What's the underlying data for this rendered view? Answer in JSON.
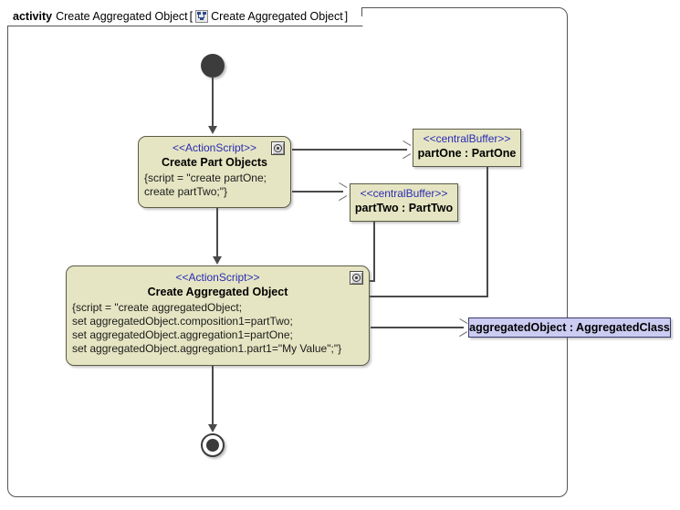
{
  "frame": {
    "keyword": "activity",
    "name": "Create Aggregated Object",
    "bracket_open": "[",
    "icon": "activity-diagram-icon",
    "diagram_name": "Create Aggregated Object",
    "bracket_close": "]"
  },
  "nodes": {
    "initial": {
      "name": "initial-node"
    },
    "final": {
      "name": "activity-final-node"
    },
    "create_part_objects": {
      "stereotype": "<<ActionScript>>",
      "title": "Create Part Objects",
      "body_lines": [
        "{script = \"create partOne;",
        "create partTwo;\"}"
      ],
      "icon": "action-script-icon"
    },
    "create_aggregated_object": {
      "stereotype": "<<ActionScript>>",
      "title": "Create Aggregated Object",
      "body_lines": [
        "{script = \"create aggregatedObject;",
        "set aggregatedObject.composition1=partTwo;",
        "set aggregatedObject.aggregation1=partOne;",
        "set aggregatedObject.aggregation1.part1=\"My Value\";\"}"
      ],
      "icon": "action-script-icon"
    },
    "part_one_buffer": {
      "stereotype": "<<centralBuffer>>",
      "label": "partOne : PartOne"
    },
    "part_two_buffer": {
      "stereotype": "<<centralBuffer>>",
      "label": "partTwo : PartTwo"
    },
    "aggregated_object": {
      "label": "aggregatedObject : AggregatedClass"
    }
  },
  "colors": {
    "action_fill": "#e5e5c3",
    "action_border": "#5b5b46",
    "object_fill": "#ccccf2",
    "object_border": "#3a3a6e",
    "stereotype_text": "#2b2bb4",
    "edge": "#4a4a4a",
    "node_dark": "#3c3c3c",
    "frame_border": "#555555"
  }
}
